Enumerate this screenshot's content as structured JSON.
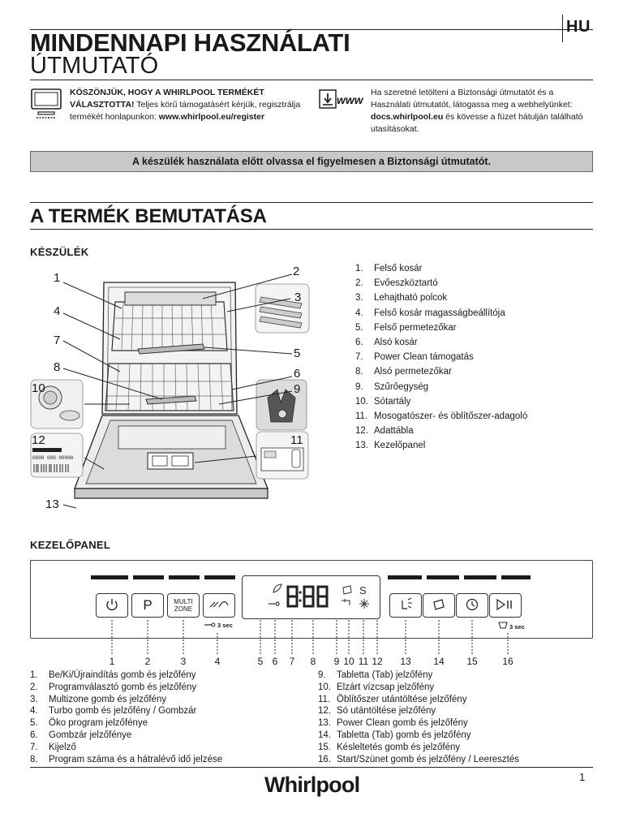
{
  "header": {
    "lang_code": "HU",
    "title_line1": "MINDENNAPI HASZNÁLATI",
    "title_line2": "ÚTMUTATÓ"
  },
  "intro_left": {
    "bold": "KÖSZÖNJÜK, HOGY A WHIRLPOOL TERMÉKÉT VÁLASZTOTTA!",
    "text": " Teljes körű támogatásért kérjük, regisztrálja termékét honlapunkon: ",
    "link": "www.whirlpool.eu/register"
  },
  "intro_right": {
    "icon_text": "www",
    "text1": "Ha szeretné letölteni a Biztonsági útmutatót és a Használati útmutatót, látogassa meg a webhelyünket: ",
    "link": "docs.whirlpool.eu",
    "text2": " és kövesse a füzet hátulján található utasításokat."
  },
  "warning": "A készülék használata előtt olvassa el figyelmesen a Biztonsági útmutatót.",
  "section_title": "A TERMÉK BEMUTATÁSA",
  "appliance_heading": "KÉSZÜLÉK",
  "parts": [
    {
      "num": "1.",
      "label": "Felső kosár"
    },
    {
      "num": "2.",
      "label": "Evőeszköztartó"
    },
    {
      "num": "3.",
      "label": "Lehajtható polcok"
    },
    {
      "num": "4.",
      "label": "Felső kosár magasságbeállítója"
    },
    {
      "num": "5.",
      "label": "Felső permetezőkar"
    },
    {
      "num": "6.",
      "label": "Alsó kosár"
    },
    {
      "num": "7.",
      "label": "Power Clean támogatás"
    },
    {
      "num": "8.",
      "label": "Alsó permetezőkar"
    },
    {
      "num": "9.",
      "label": "Szűrőegység"
    },
    {
      "num": "10.",
      "label": "Sótartály"
    },
    {
      "num": "11.",
      "label": "Mosogatószer- és öblítőszer-adagoló"
    },
    {
      "num": "12.",
      "label": "Adattábla"
    },
    {
      "num": "13.",
      "label": "Kezelőpanel"
    }
  ],
  "diagram_numbers": [
    "1",
    "2",
    "3",
    "4",
    "5",
    "6",
    "7",
    "8",
    "9",
    "10",
    "11",
    "12",
    "13"
  ],
  "rating_plate_text": "0000 000 00000",
  "control_heading": "KEZELŐPANEL",
  "control_panel": {
    "multizone_line1": "MULTI",
    "multizone_line2": "ZONE",
    "lock_hint": "3 sec",
    "drain_hint": "3 sec",
    "callouts": [
      "1",
      "2",
      "3",
      "4",
      "5",
      "6",
      "7",
      "8",
      "9",
      "10",
      "11",
      "12",
      "13",
      "14",
      "15",
      "16"
    ]
  },
  "legend_left": [
    {
      "num": "1.",
      "label": "Be/Ki/Újraindítás gomb és jelzőfény"
    },
    {
      "num": "2.",
      "label": "Programválasztó gomb és jelzőfény"
    },
    {
      "num": "3.",
      "label": "Multizone gomb és jelzőfény"
    },
    {
      "num": "4.",
      "label": "Turbo gomb és jelzőfény / Gombzár"
    },
    {
      "num": "5.",
      "label": "Öko program jelzőfénye"
    },
    {
      "num": "6.",
      "label": "Gombzár jelzőfénye"
    },
    {
      "num": "7.",
      "label": "Kijelző"
    },
    {
      "num": "8.",
      "label": "Program száma és a hátralévő idő jelzése"
    }
  ],
  "legend_right": [
    {
      "num": "9.",
      "label": "Tabletta (Tab) jelzőfény"
    },
    {
      "num": "10.",
      "label": "Elzárt vízcsap jelzőfény"
    },
    {
      "num": "11.",
      "label": "Öblítőszer utántöltése jelzőfény"
    },
    {
      "num": "12.",
      "label": "Só utántöltése jelzőfény"
    },
    {
      "num": "13.",
      "label": "Power Clean gomb és jelzőfény"
    },
    {
      "num": "14.",
      "label": "Tabletta (Tab) gomb és jelzőfény"
    },
    {
      "num": "15.",
      "label": "Késleltetés gomb és jelzőfény"
    },
    {
      "num": "16.",
      "label": "Start/Szünet gomb és jelzőfény / Leeresztés"
    }
  ],
  "footer": {
    "brand": "Whirlpool",
    "page_number": "1"
  }
}
